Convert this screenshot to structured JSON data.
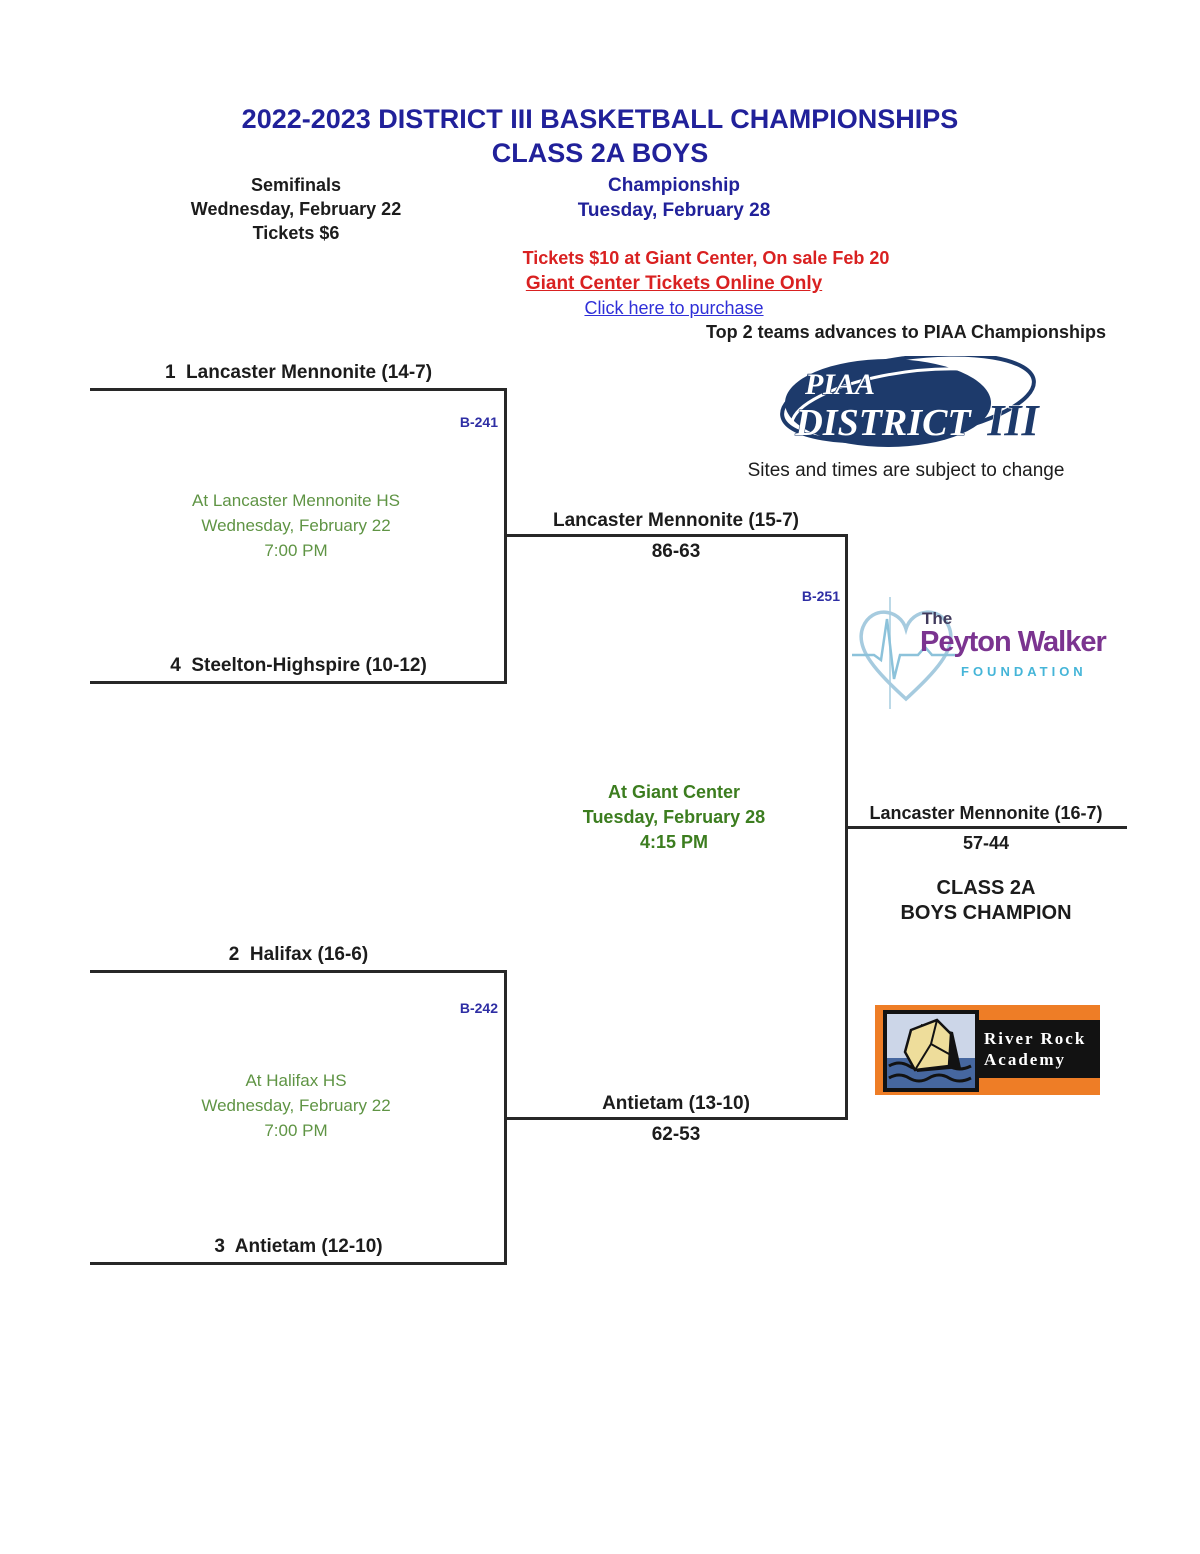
{
  "header": {
    "title": "2022-2023 DISTRICT III BASKETBALL CHAMPIONSHIPS",
    "subtitle": "CLASS 2A BOYS",
    "semifinals_label": "Semifinals",
    "semifinals_date": "Wednesday, February 22",
    "semifinals_tickets": "Tickets $6",
    "championship_label": "Championship",
    "championship_date": "Tuesday, February 28",
    "ticket_notice": "Tickets $10 at Giant Center, On sale Feb 20",
    "ticket_online": "Giant Center Tickets Online Only",
    "purchase_link": "Click here to purchase",
    "advance_note": "Top 2 teams advances to PIAA Championships",
    "change_note": "Sites and times are subject to change"
  },
  "bracket": {
    "seed1": "1  Lancaster Mennonite (14-7)",
    "seed4": "4  Steelton-Highspire (10-12)",
    "seed2": "2  Halifax (16-6)",
    "seed3": "3  Antietam (12-10)",
    "game1": {
      "code": "B-241",
      "site": "At Lancaster Mennonite HS",
      "date": "Wednesday, February 22",
      "time": "7:00 PM",
      "winner": "Lancaster Mennonite (15-7)",
      "score": "86-63"
    },
    "game2": {
      "code": "B-242",
      "site": "At Halifax HS",
      "date": "Wednesday, February 22",
      "time": "7:00 PM",
      "winner": "Antietam (13-10)",
      "score": "62-53"
    },
    "final": {
      "code": "B-251",
      "site": "At Giant Center",
      "date": "Tuesday, February 28",
      "time": "4:15 PM",
      "winner": "Lancaster Mennonite (16-7)",
      "score": "57-44"
    },
    "champion_line1": "CLASS 2A",
    "champion_line2": "BOYS CHAMPION"
  },
  "logos": {
    "piaa": {
      "top": "PIAA",
      "main": "DISTRICT",
      "suffix": "III"
    },
    "peyton": {
      "the": "The",
      "name": "Peyton Walker",
      "sub": "FOUNDATION"
    },
    "river_rock": {
      "line1": "River Rock",
      "line2": "Academy"
    }
  },
  "colors": {
    "title_blue": "#21219a",
    "alert_red": "#d92121",
    "link_blue": "#2f2fd8",
    "game_code_navy": "#2e2ea4",
    "site_green": "#5f9444",
    "final_site_green": "#3c7d1f",
    "piaa_navy": "#1d3a6b",
    "peyton_purple": "#7b3490",
    "foundation_teal": "#45b5d8",
    "river_rock_orange": "#ee7d26"
  }
}
